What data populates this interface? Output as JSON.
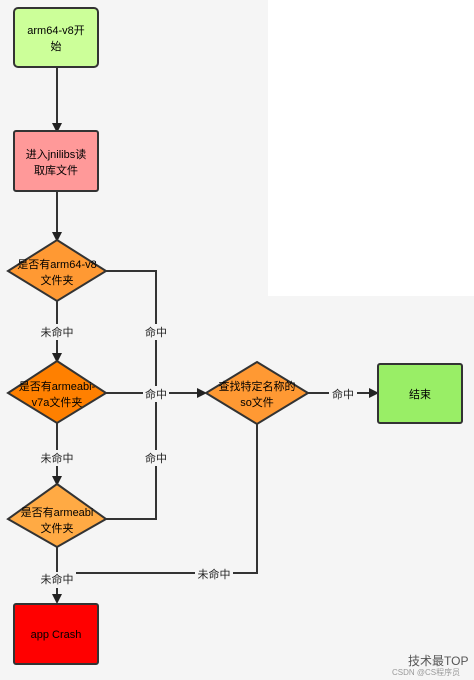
{
  "nodes": {
    "start": {
      "line1": "arm64-v8开",
      "line2": "始",
      "fill": "#ccff99"
    },
    "read_jnilibs": {
      "line1": "进入jnilibs读",
      "line2": "取库文件",
      "fill": "#ff9999"
    },
    "check_arm64": {
      "line1": "是否有arm64-v8",
      "line2": "文件夹",
      "fill": "#ff9933"
    },
    "check_v7a": {
      "line1": "是否有armeabi-",
      "line2": "v7a文件夹",
      "fill": "#ff8000"
    },
    "check_armeabi": {
      "line1": "是否有armeabi",
      "line2": "文件夹",
      "fill": "#ffaa44"
    },
    "find_so": {
      "line1": "查找特定名称的",
      "line2": "so文件",
      "fill": "#ff9933"
    },
    "end": {
      "line1": "结束",
      "fill": "#99ee66"
    },
    "crash": {
      "line1": "app Crash",
      "fill": "#ff0000"
    }
  },
  "edge_labels": {
    "miss_1": "未命中",
    "hit_1": "命中",
    "hit_2": "命中",
    "miss_2": "未命中",
    "hit_3": "命中",
    "hit_4": "命中",
    "miss_3": "未命中",
    "miss_4": "未命中"
  },
  "watermark": {
    "title": "技术最TOP",
    "subtitle": "CSDN @CS程序员"
  }
}
